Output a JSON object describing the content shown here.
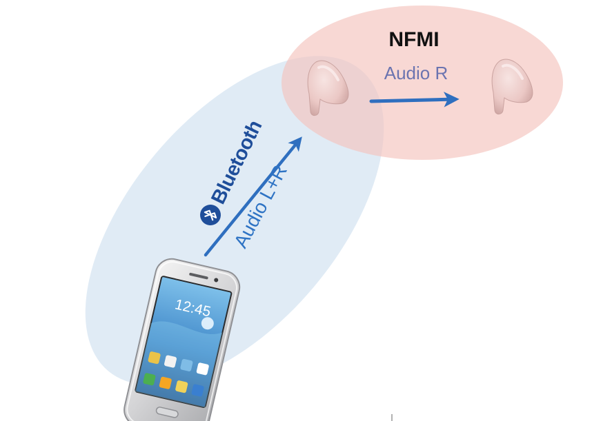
{
  "nfmi_zone": {
    "title": "NFMI",
    "link_label": "Audio R",
    "color": "#f8d3cf"
  },
  "bluetooth_zone": {
    "brand": "Bluetooth",
    "link_label": "Audio L+R",
    "color": "#dbe7f3"
  },
  "phone": {
    "clock": "12:45"
  },
  "colors": {
    "arrow": "#2f6fbf",
    "audio_r_text": "#6b74b0",
    "audio_lr_text": "#2e73c4",
    "bluetooth_brand": "#1f4e9a",
    "earbud": "#ecc9c7"
  },
  "icons": [
    "bluetooth-icon",
    "earbud-icon",
    "smartphone-icon"
  ]
}
